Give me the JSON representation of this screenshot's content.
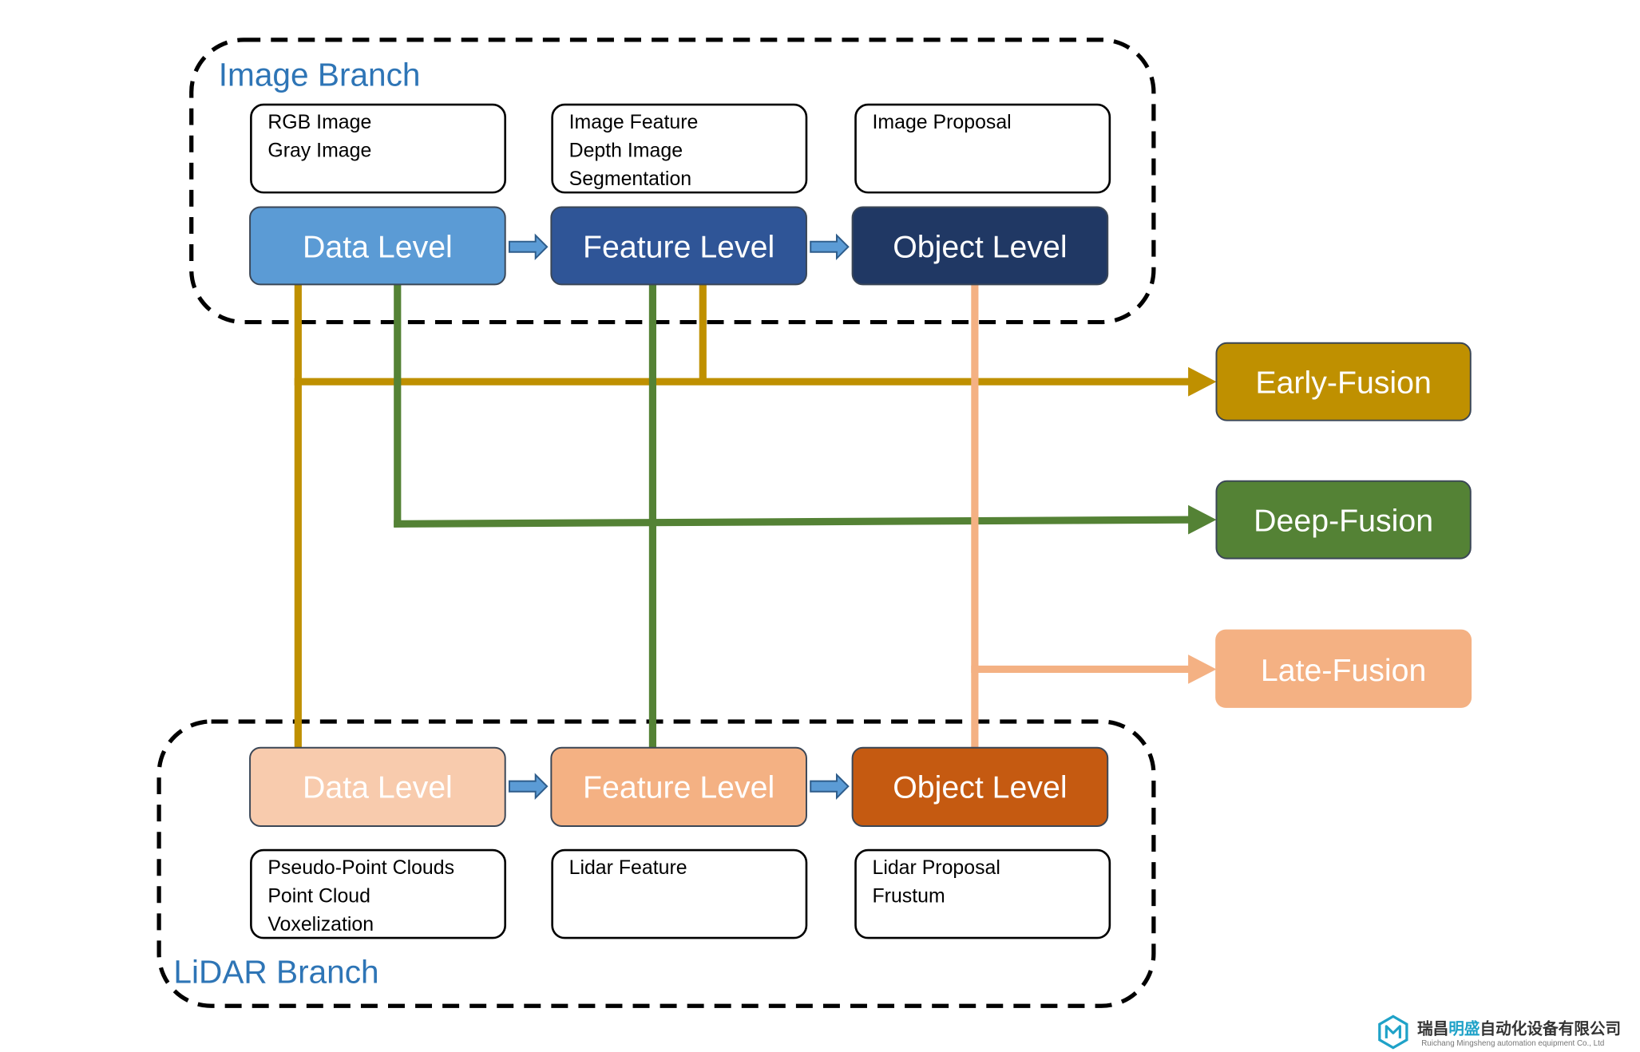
{
  "image_branch": {
    "title": "Image Branch",
    "info_boxes": [
      {
        "lines": [
          "RGB Image",
          "Gray Image"
        ]
      },
      {
        "lines": [
          "Image Feature",
          "Depth Image",
          "Segmentation"
        ]
      },
      {
        "lines": [
          "Image Proposal"
        ]
      }
    ],
    "levels": [
      {
        "label": "Data Level",
        "color": "#5B9BD5"
      },
      {
        "label": "Feature Level",
        "color": "#2F5597"
      },
      {
        "label": "Object Level",
        "color": "#203864"
      }
    ]
  },
  "lidar_branch": {
    "title": "LiDAR Branch",
    "levels": [
      {
        "label": "Data Level",
        "color": "#F8CBAD"
      },
      {
        "label": "Feature Level",
        "color": "#F4B183"
      },
      {
        "label": "Object Level",
        "color": "#C55A11"
      }
    ],
    "info_boxes": [
      {
        "lines": [
          "Pseudo-Point Clouds",
          "Point Cloud",
          "Voxelization"
        ]
      },
      {
        "lines": [
          "Lidar Feature"
        ]
      },
      {
        "lines": [
          "Lidar Proposal",
          "Frustum"
        ]
      }
    ]
  },
  "fusion": [
    {
      "label": "Early-Fusion",
      "color": "#BF9000"
    },
    {
      "label": "Deep-Fusion",
      "color": "#548235"
    },
    {
      "label": "Late-Fusion",
      "color": "#F4B183"
    }
  ],
  "logo": {
    "name_parts": [
      "瑞昌",
      "明盛",
      "自动化设备有限公司"
    ],
    "tagline": "Ruichang Mingsheng automation equipment Co., Ltd",
    "accent_color": "#1FA2C8"
  }
}
